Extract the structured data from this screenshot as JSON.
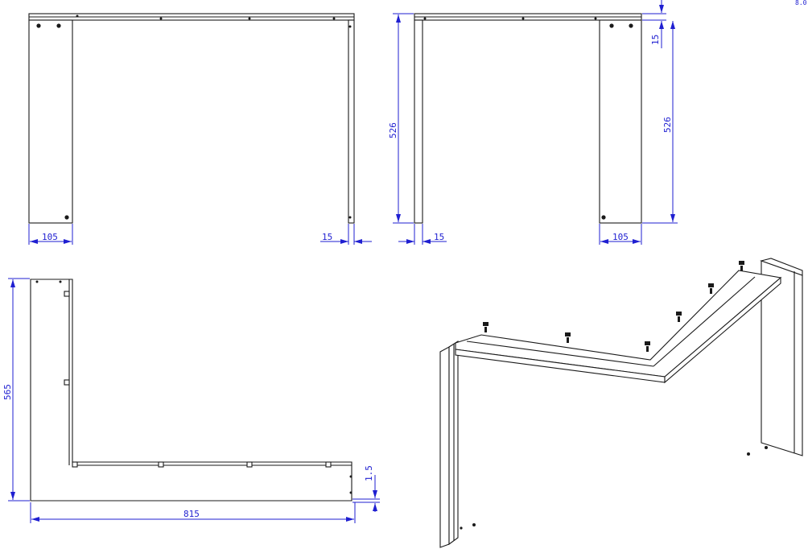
{
  "colors": {
    "line": "#1a1a1a",
    "dimension": "#1f1fd1",
    "background": "#ffffff"
  },
  "dimensions": {
    "front_leg_width": "105",
    "front_edge_thickness": "15",
    "side_height": "526",
    "side_edge_thickness": "15",
    "side_top_thickness": "15",
    "side_height_right": "526",
    "side_leg_width": "105",
    "top_depth": "565",
    "top_width": "815",
    "top_thickness": "1.5"
  },
  "corner_text": "8.0"
}
